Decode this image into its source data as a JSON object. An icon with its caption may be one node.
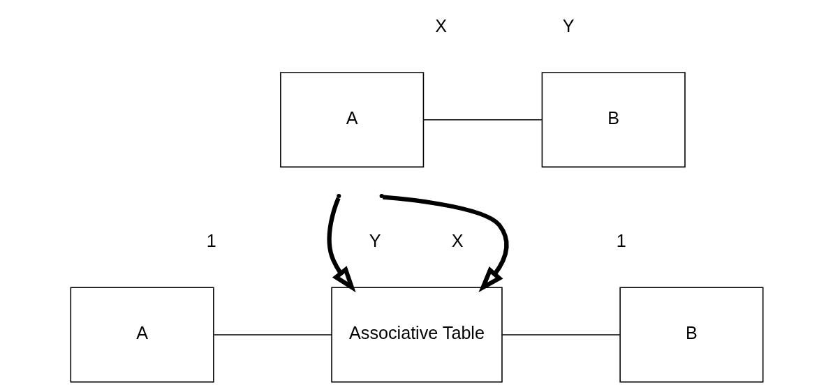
{
  "diagram": {
    "nodes": [
      {
        "text": [
          "A"
        ]
      },
      {
        "text": [
          "B"
        ]
      },
      {
        "text": [
          "A"
        ]
      },
      {
        "text": [
          "Associative Table"
        ]
      },
      {
        "text": [
          "B"
        ]
      }
    ],
    "edges": [
      {
        "from": 0,
        "to": 1,
        "arrow": "none"
      },
      {
        "from": null,
        "to": 3,
        "arrow": "to",
        "style": "thick"
      },
      {
        "from": null,
        "to": 3,
        "arrow": "to",
        "style": "thick"
      },
      {
        "from": 2,
        "to": 3,
        "arrow": "none"
      },
      {
        "from": 3,
        "to": 4,
        "arrow": "none"
      }
    ],
    "labels": [
      "X",
      "Y",
      "1",
      "Y",
      "X",
      "1"
    ]
  }
}
